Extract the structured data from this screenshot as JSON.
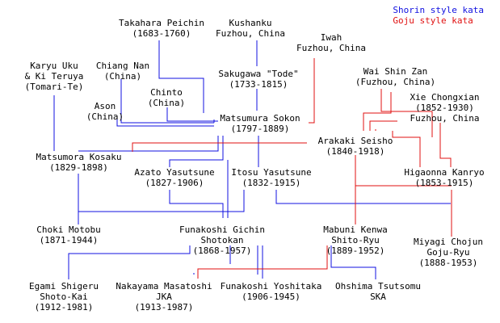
{
  "colors": {
    "shorin": "#1010e0",
    "goju": "#e01010",
    "text": "#000000"
  },
  "legend": {
    "shorin": "Shorin style kata",
    "goju": "Goju style kata"
  },
  "nodes": {
    "takahara": [
      "Takahara Peichin",
      "(1683-1760)"
    ],
    "kushanku": [
      "Kushanku",
      "Fuzhou, China"
    ],
    "iwah": [
      "Iwah",
      "Fuzhou, China"
    ],
    "karyu": [
      "Karyu Uku",
      "& Ki Teruya",
      "(Tomari-Te)"
    ],
    "chiang": [
      "Chiang Nan",
      "(China)"
    ],
    "sakugawa": [
      "Sakugawa \"Tode\"",
      "(1733-1815)"
    ],
    "waishin": [
      "Wai Shin Zan",
      "(Fuzhou, China)"
    ],
    "chinto": [
      "Chinto",
      "(China)"
    ],
    "xie": [
      "Xie Chongxian",
      "(1852-1930)",
      "Fuzhou, China"
    ],
    "ason": [
      "Ason",
      "(China)"
    ],
    "matsumura": [
      "Matsumura Sokon",
      "(1797-1889)"
    ],
    "arakaki": [
      "Arakaki Seisho",
      "(1840-1918)"
    ],
    "kosaku": [
      "Matsumora Kosaku",
      "(1829-1898)"
    ],
    "azato": [
      "Azato Yasutsune",
      "(1827-1906)"
    ],
    "itosu": [
      "Itosu Yasutsune",
      "(1832-1915)"
    ],
    "higaonna": [
      "Higaonna Kanryo",
      "(1853-1915)"
    ],
    "choki": [
      "Choki Motobu",
      "(1871-1944)"
    ],
    "funakoshi_g": [
      "Funakoshi Gichin",
      "Shotokan",
      "(1868-1957)"
    ],
    "mabuni": [
      "Mabuni Kenwa",
      "Shito-Ryu",
      "(1889-1952)"
    ],
    "miyagi": [
      "Miyagi Chojun",
      "Goju-Ryu",
      "(1888-1953)"
    ],
    "egami": [
      "Egami Shigeru",
      "Shoto-Kai",
      "(1912-1981)"
    ],
    "nakayama": [
      "Nakayama Masatoshi",
      "JKA",
      "(1913-1987)"
    ],
    "funakoshi_y": [
      "Funakoshi Yoshitaka",
      "(1906-1945)"
    ],
    "ohshima": [
      "Ohshima Tsutsomu",
      "SKA"
    ]
  }
}
